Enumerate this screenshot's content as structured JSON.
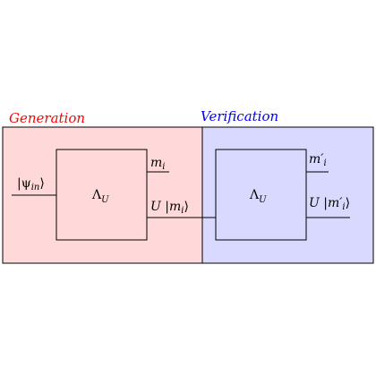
{
  "colors": {
    "generation_fill": "#ffd9d9",
    "verification_fill": "#d9d9ff",
    "generation_text": "#ff0000",
    "verification_text": "#0000ff",
    "stroke": "#000000"
  },
  "generation": {
    "title": "Generation",
    "input_state": "|ψ",
    "input_state_sub": "in",
    "input_state_close": "⟩",
    "box_label": "Λ",
    "box_label_sub": "U",
    "output_classical": "m",
    "output_classical_sub": "i",
    "output_quantum_prefix": "U |m",
    "output_quantum_sub": "i",
    "output_quantum_close": "⟩"
  },
  "verification": {
    "title": "Verification",
    "box_label": "Λ",
    "box_label_sub": "U",
    "output_classical": "m′",
    "output_classical_sub": "i",
    "output_quantum_prefix": "U |m′",
    "output_quantum_sub": "i",
    "output_quantum_close": "⟩"
  }
}
